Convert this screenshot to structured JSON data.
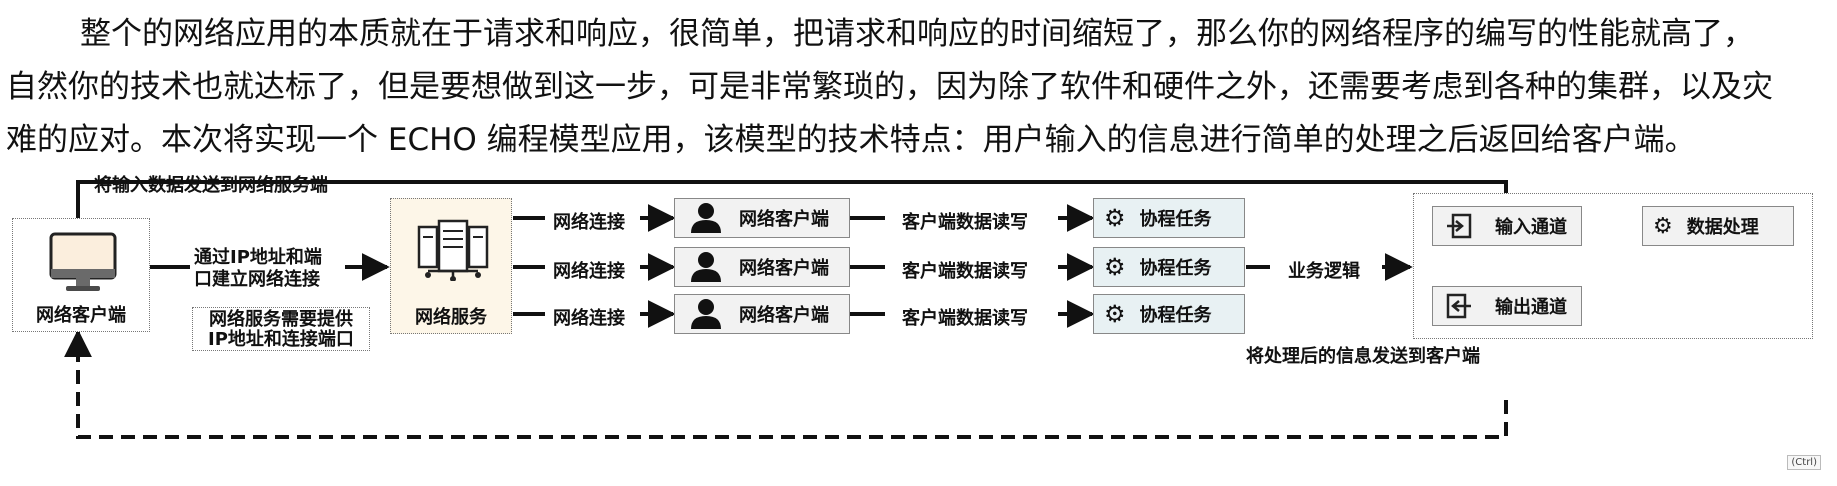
{
  "paragraph": {
    "line1": "整个的网络应用的本质就在于请求和响应，很简单，把请求和响应的时间缩短了，那么你的网络程序的编写的性能就高了，",
    "line2": "自然你的技术也就达标了，但是要想做到这一步，可是非常繁琐的，因为除了软件和硬件之外，还需要考虑到各种的集群，以及灾",
    "line3": "难的应对。本次将实现一个 ECHO 编程模型应用，该模型的技术特点：用户输入的信息进行简单的处理之后返回给客户端。"
  },
  "diagram": {
    "top_label": "将输入数据发送到网络服务端",
    "bottom_label": "将处理后的信息发送到客户端",
    "client_box": {
      "label": "网络客户端",
      "icon": "monitor-icon"
    },
    "connect_label_1": "通过IP地址和端",
    "connect_label_2": "口建立网络连接",
    "server_box": {
      "label": "网络服务",
      "icon": "server-rack-icon"
    },
    "server_note_1": "网络服务需要提供",
    "server_note_2": "IP地址和连接端口",
    "rows": [
      {
        "connect": "网络连接",
        "client": "网络客户端",
        "rw": "客户端数据读写",
        "task": "协程任务"
      },
      {
        "connect": "网络连接",
        "client": "网络客户端",
        "rw": "客户端数据读写",
        "task": "协程任务"
      },
      {
        "connect": "网络连接",
        "client": "网络客户端",
        "rw": "客户端数据读写",
        "task": "协程任务"
      }
    ],
    "business_label": "业务逻辑",
    "input_channel": "输入通道",
    "data_process": "数据处理",
    "output_channel": "输出通道"
  },
  "paste_badge": "(Ctrl)",
  "colors": {
    "client_fill": "#fbeedd",
    "server_fill": "#fdf6e8",
    "task_fill": "#e8f1f3",
    "node_fill": "#f2f2f2"
  }
}
